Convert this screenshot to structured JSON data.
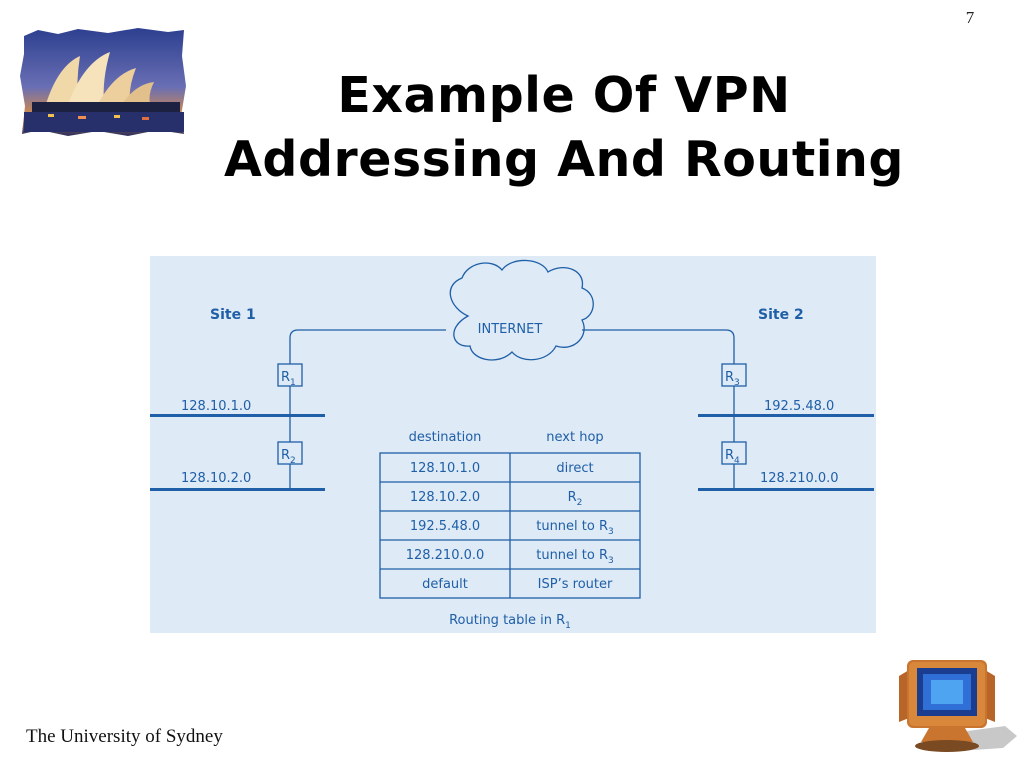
{
  "slide": {
    "page_number": "7",
    "title_line1": "Example Of VPN",
    "title_line2": "Addressing And Routing",
    "footer": "The University of Sydney"
  },
  "diagram": {
    "cloud_label": "INTERNET",
    "site1_label": "Site 1",
    "site2_label": "Site 2",
    "routers": {
      "r1": {
        "letter": "R",
        "sub": "1"
      },
      "r2": {
        "letter": "R",
        "sub": "2"
      },
      "r3": {
        "letter": "R",
        "sub": "3"
      },
      "r4": {
        "letter": "R",
        "sub": "4"
      }
    },
    "networks": {
      "site1_top": "128.10.1.0",
      "site1_bottom": "128.10.2.0",
      "site2_top": "192.5.48.0",
      "site2_bottom": "128.210.0.0"
    },
    "colors": {
      "background": "#deeaf5",
      "line": "#1f5fa8",
      "text": "#1f5fa8"
    }
  },
  "routing_table": {
    "headers": {
      "destination": "destination",
      "next_hop": "next hop"
    },
    "rows": [
      {
        "destination": "128.10.1.0",
        "hop": "direct",
        "hop_sub": ""
      },
      {
        "destination": "128.10.2.0",
        "hop": "R",
        "hop_sub": "2"
      },
      {
        "destination": "192.5.48.0",
        "hop": "tunnel to R",
        "hop_sub": "3"
      },
      {
        "destination": "128.210.0.0",
        "hop": "tunnel to R",
        "hop_sub": "3"
      },
      {
        "destination": "default",
        "hop": "ISP’s router",
        "hop_sub": ""
      }
    ],
    "caption": "Routing table in R",
    "caption_sub": "1"
  }
}
